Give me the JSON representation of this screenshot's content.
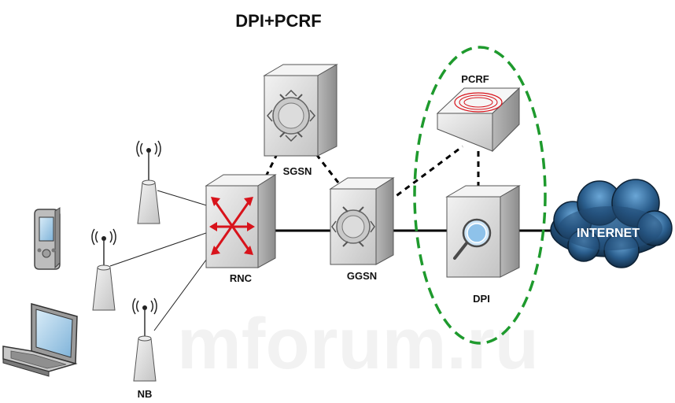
{
  "title": "DPI+PCRF",
  "watermark": "mforum.ru",
  "nodes": {
    "sgsn": "SGSN",
    "rnc": "RNC",
    "ggsn": "GGSN",
    "pcrf": "PCRF",
    "dpi": "DPI",
    "internet": "INTERNET",
    "nb": "NB"
  },
  "colors": {
    "highlight_ellipse": "#1e9a2d",
    "rnc_arrows": "#d8131b",
    "pcrf_rings": "#d8131b",
    "cloud_dark": "#14324f",
    "cloud_light": "#4f8fc4",
    "box_face": "#d9d9d9",
    "box_top": "#f4f4f4",
    "box_side": "#a9a9a9"
  },
  "icons": [
    "antenna-icon",
    "pda-phone-icon",
    "laptop-icon",
    "magnifier-icon",
    "cloud-icon",
    "switch-icon",
    "router-icon"
  ]
}
